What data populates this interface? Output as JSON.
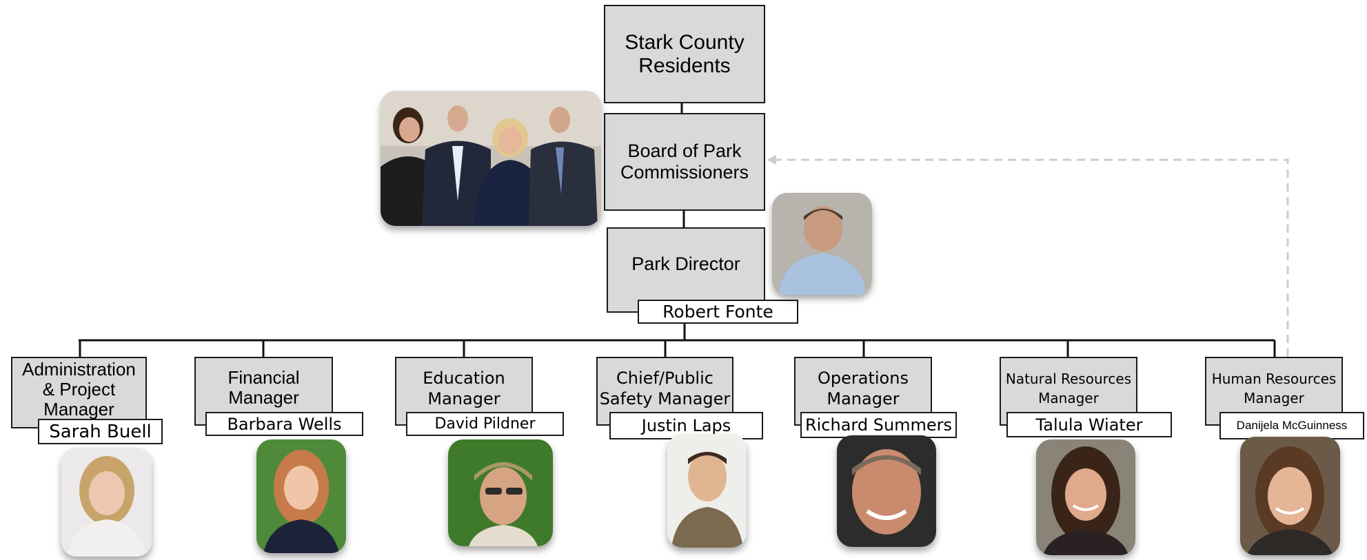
{
  "top": {
    "residents_label": "Stark  County\nResidents",
    "board_label": "Board of Park\nCommissioners",
    "director_label": "Park Director",
    "director_name": "Robert  Fonte"
  },
  "managers": [
    {
      "title": "Administration\n& Project\nManager",
      "name": "Sarah Buell"
    },
    {
      "title": "Financial\nManager",
      "name": "Barbara Wells"
    },
    {
      "title": "Education\nManager",
      "name": "David Pildner"
    },
    {
      "title": "Chief/Public\nSafety Manager",
      "name": "Justin Laps"
    },
    {
      "title": "Operations\nManager",
      "name": "Richard Summers"
    },
    {
      "title": "Natural Resources\nManager",
      "name": "Talula Wiater"
    },
    {
      "title": "Human Resources\nManager",
      "name": "Danijela McGuinness"
    }
  ],
  "colors": {
    "box_fill": "#d9d9d9",
    "box_border": "#1a1a1a",
    "dashed_connector": "#cccccc"
  },
  "icons": {
    "board_photo": "group-photo",
    "director_photo": "person-photo",
    "manager_photo": "person-photo"
  }
}
